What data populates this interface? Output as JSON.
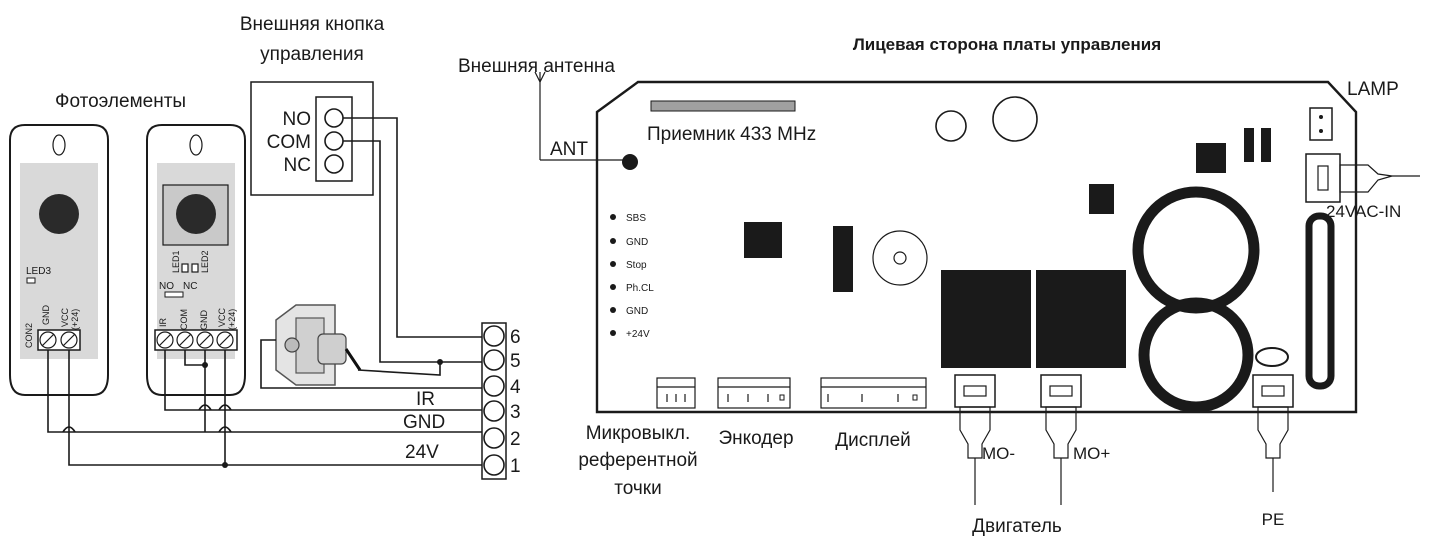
{
  "labels": {
    "photo_title": "Фотоэлементы",
    "button_title_1": "Внешняя кнопка",
    "button_title_2": "управления",
    "antenna_title": "Внешняя антенна",
    "board_title": "Лицевая сторона платы управления",
    "ant": "ANT",
    "receiver": "Приемник 433 MHz",
    "lamp": "LAMP",
    "vac_in": "24VAC-IN",
    "micro_1": "Микровыкл.",
    "micro_2": "референтной",
    "micro_3": "точки",
    "encoder": "Энкодер",
    "display": "Дисплей",
    "mo_minus": "MO-",
    "mo_plus": "MO+",
    "motor": "Двигатель",
    "pe": "PE",
    "wire_ir": "IR",
    "wire_gnd": "GND",
    "wire_24v": "24V"
  },
  "button_contacts": [
    "NO",
    "COM",
    "NC"
  ],
  "board_pins": [
    "SBS",
    "GND",
    "Stop",
    "Ph.CL",
    "GND",
    "+24V"
  ],
  "terminal_numbers": [
    "6",
    "5",
    "4",
    "3",
    "2",
    "1"
  ],
  "sensor1": {
    "led": "LED3",
    "connector": "CON2",
    "pins": [
      "GND",
      "VCC",
      "(+24)"
    ]
  },
  "sensor2": {
    "led1": "LED1",
    "led2": "LED2",
    "relay_no": "NO",
    "relay_nc": "NC",
    "pins": [
      "IR",
      "COM",
      "GND",
      "VCC",
      "(+24)"
    ]
  }
}
